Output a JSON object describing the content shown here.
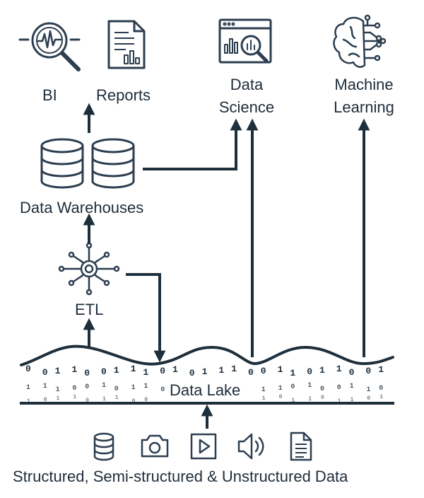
{
  "nodes": {
    "bi": "BI",
    "reports": "Reports",
    "data_science": [
      "Data",
      "Science"
    ],
    "machine_learning": [
      "Machine",
      "Learning"
    ],
    "data_warehouses": "Data Warehouses",
    "etl": "ETL",
    "data_lake": "Data Lake",
    "sources": "Structured, Semi-structured & Unstructured Data"
  },
  "icons": {
    "bi": "magnifier-chart-icon",
    "reports": "report-document-icon",
    "data_science": "browser-analytics-icon",
    "machine_learning": "brain-circuit-icon",
    "warehouse_1": "database-icon",
    "warehouse_2": "database-icon",
    "etl": "gear-circuit-icon",
    "sources": [
      "database-icon",
      "camera-icon",
      "video-play-icon",
      "speaker-icon",
      "document-icon"
    ]
  },
  "binary_rows": [
    "0 0 1 1 0 0 1 1 1 0 1 0 1 1 1 0 0 1 1 0 1 1 0 0 1",
    "1 1 1 0 0 1 0 1 1 0 1 1 0 1 0 1 1 1 0 1 0 0 1 1 0",
    "1 0 1 1 0 1 1 0 0 1 1 0 0 1 0 1 1 0 1 1 0 1 1 0 1"
  ],
  "colors": {
    "ink": "#1e2f3c",
    "icon_stroke": "#2c3e50"
  }
}
